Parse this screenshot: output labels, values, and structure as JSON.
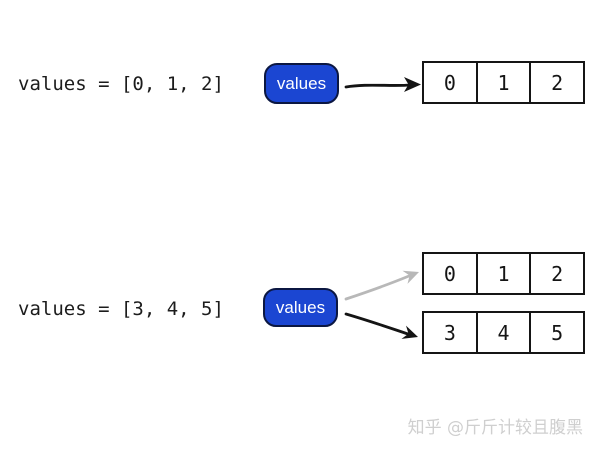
{
  "diagram": {
    "rows": [
      {
        "code": "values = [0, 1, 2]",
        "pill_label": "values",
        "arrays": [
          {
            "cells": [
              "0",
              "1",
              "2"
            ]
          }
        ]
      },
      {
        "code": "values = [3, 4, 5]",
        "pill_label": "values",
        "arrays": [
          {
            "cells": [
              "0",
              "1",
              "2"
            ]
          },
          {
            "cells": [
              "3",
              "4",
              "5"
            ]
          }
        ]
      }
    ],
    "watermark": "知乎 @斤斤计较且腹黑"
  },
  "colors": {
    "background": "#ffffff",
    "pill_fill": "#1b46d2",
    "pill_border": "#0b1742",
    "pill_text": "#ffffff",
    "box_border": "#151515",
    "cell_text": "#151515",
    "code_text": "#1c1c1c",
    "arrow_black": "#141414",
    "arrow_gray": "#b8b8b8",
    "watermark_text": "#cfcfcf"
  }
}
